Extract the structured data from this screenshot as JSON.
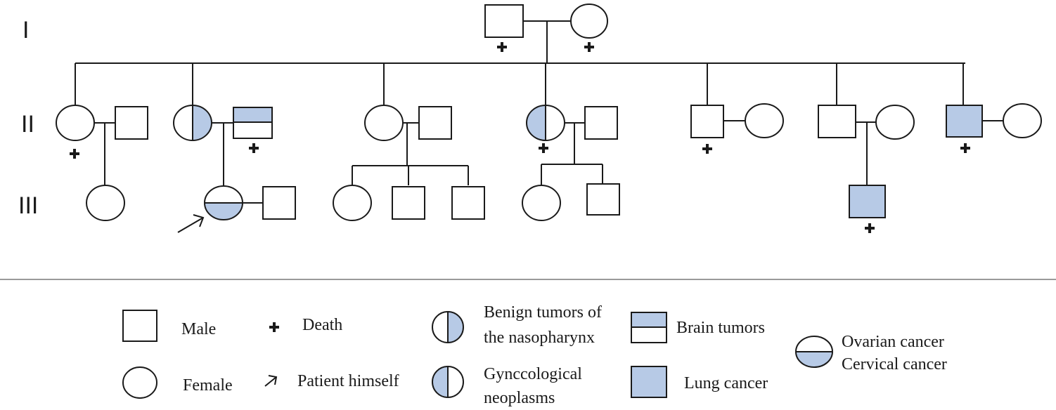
{
  "generations": [
    "I",
    "II",
    "III"
  ],
  "colors": {
    "affected_fill": "#b7cae6",
    "stroke": "#1a1a1a",
    "divider": "#9a9a9a"
  },
  "legend": {
    "male": "Male",
    "female": "Female",
    "death": "Death",
    "patient": "Patient himself",
    "nasopharynx_line1": "Benign tumors of",
    "nasopharynx_line2": "the nasopharynx",
    "gyn_line1": "Gynccological",
    "gyn_line2": "neoplasms",
    "brain": "Brain tumors",
    "lung": "Lung cancer",
    "ovarian_line1": "Ovarian cancer",
    "ovarian_line2": "Cervical cancer"
  }
}
